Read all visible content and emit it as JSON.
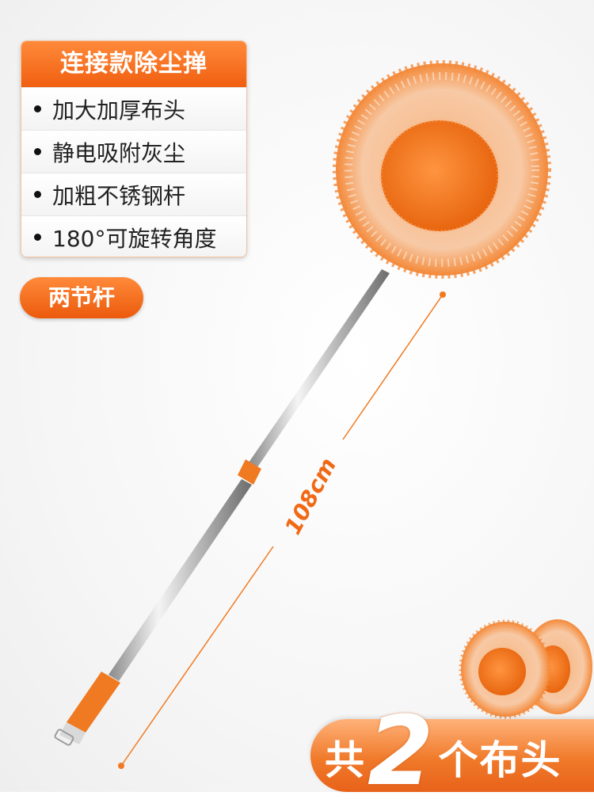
{
  "feature_card": {
    "title": "连接款除尘掸",
    "items": [
      "加大加厚布头",
      "静电吸附灰尘",
      "加粗不锈钢杆",
      "180°可旋转角度"
    ]
  },
  "pill_label": "两节杆",
  "length_label": "108cm",
  "banner": {
    "prefix": "共",
    "number": "2",
    "suffix": "个布头"
  },
  "colors": {
    "accent": "#f06a16",
    "duster_fluff": "#f59a55",
    "duster_core": "#f0761f",
    "pole": "#c8c8c8"
  }
}
